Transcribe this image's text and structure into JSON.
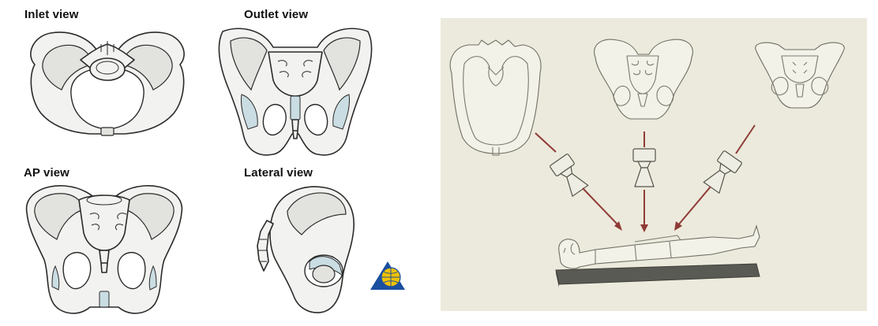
{
  "left_panel": {
    "labels": {
      "inlet": "Inlet view",
      "outlet": "Outlet view",
      "ap": "AP view",
      "lateral": "Lateral view"
    },
    "logo_icon": "globe-triangle-logo"
  },
  "right_panel": {
    "icons": [
      "pelvis-inlet-sketch",
      "pelvis-ap-sketch",
      "pelvis-outlet-sketch",
      "xray-tube",
      "patient-supine"
    ],
    "colors": {
      "background": "#eceadc",
      "beam": "#8f3a36"
    }
  },
  "colors": {
    "cartilage": "#c9dde3",
    "bone": "#f2f2f0",
    "logo_yellow": "#f2c200",
    "logo_blue": "#1b4fa0"
  }
}
